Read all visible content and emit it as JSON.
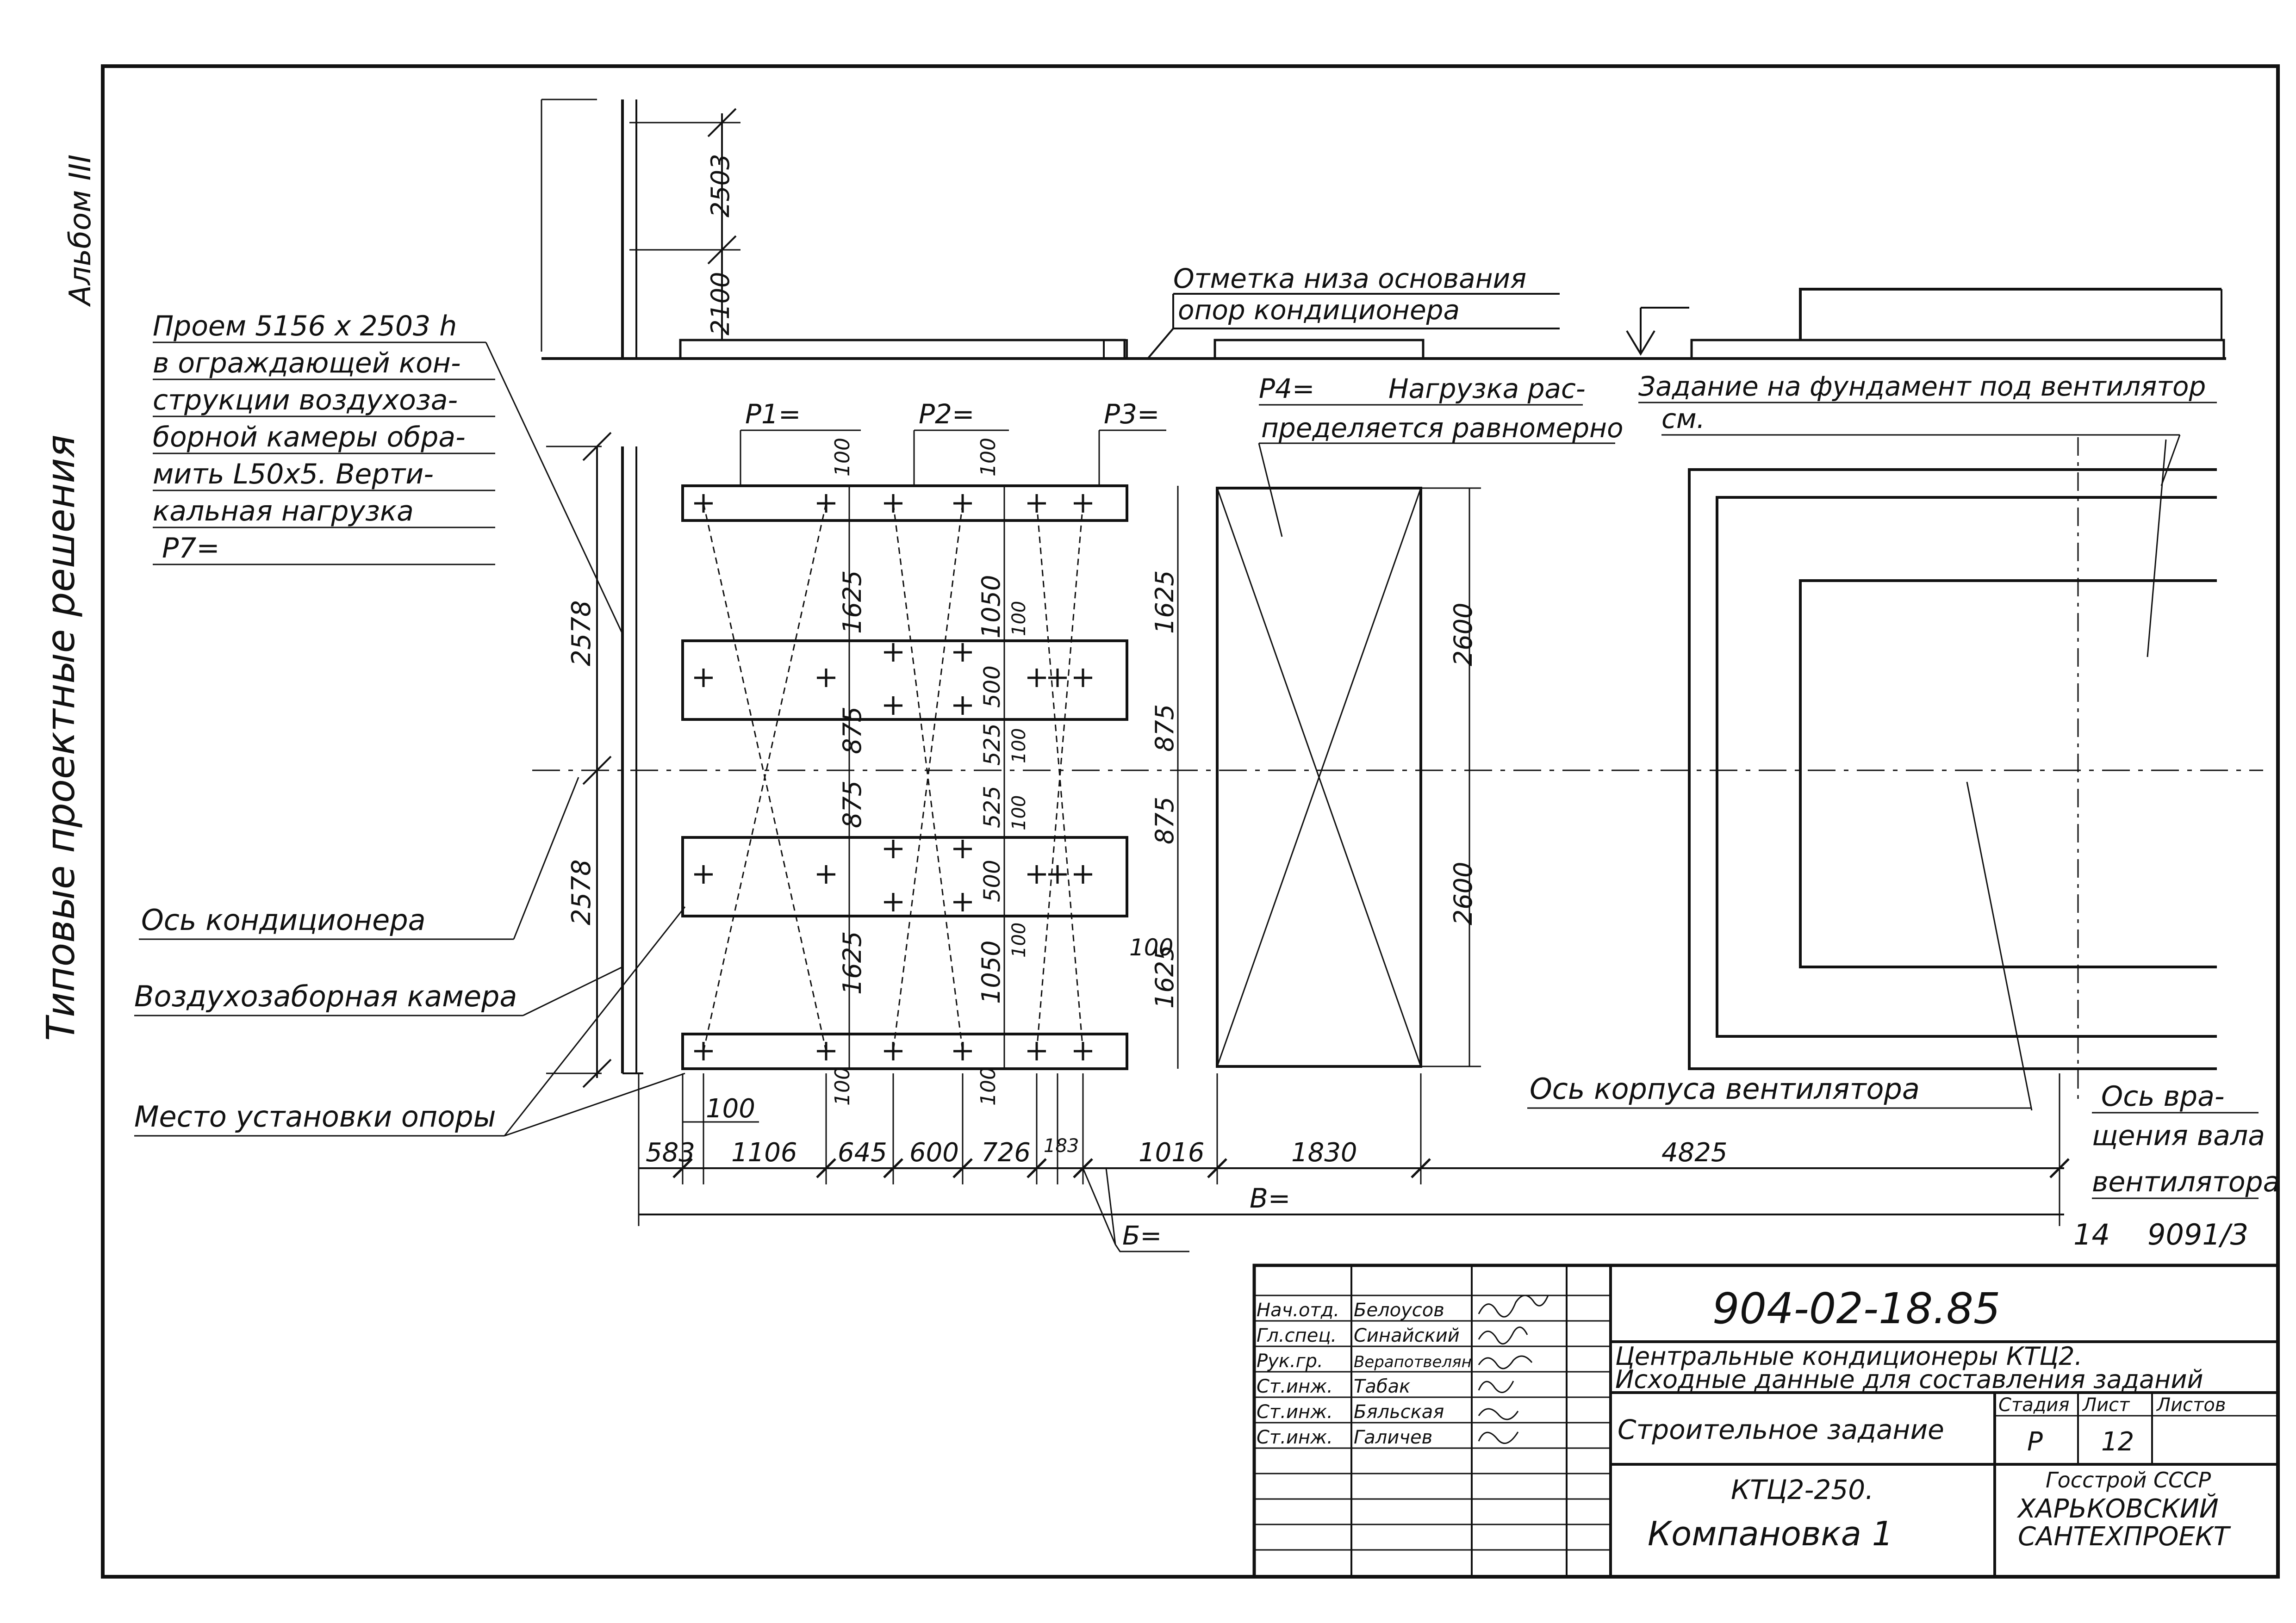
{
  "margin": {
    "album": "Альбом III",
    "series": "Типовые проектные решения"
  },
  "section": {
    "dim_2503": "2503",
    "dim_2100": "2100",
    "mark_note_1": "Отметка низа основания",
    "mark_note_2": "опор кондиционера"
  },
  "opening_note": [
    "Проем 5156 х 2503 h",
    "в ограждающей кон-",
    "струкции воздухоза-",
    "борной камеры обра-",
    "мить L50х5. Верти-",
    "кальная нагрузка",
    "P7="
  ],
  "loads": {
    "p1": "P1=",
    "p2": "P2=",
    "p3": "P3=",
    "p4": "P4=",
    "p4_note_1": "Нагрузка рас-",
    "p4_note_2": "пределяется равномерно"
  },
  "fan_task": {
    "line1": "Задание на фундамент под вентилятор",
    "line2": "см."
  },
  "plan_dims": {
    "d2578_top": "2578",
    "d2578_bot": "2578",
    "d100": "100",
    "d1625": "1625",
    "d875": "875",
    "d1050": "1050",
    "d500": "500",
    "d525": "525",
    "d2600": "2600"
  },
  "labels": {
    "axis_conditioner": "Ось кондиционера",
    "intake_chamber": "Воздухозаборная камера",
    "support_place": "Место установки опоры",
    "fan_axis": "Ось корпуса вентилятора",
    "shaft_axis_1": "Ось вра-",
    "shaft_axis_2": "щения вала",
    "shaft_axis_3": "вентилятора"
  },
  "bottom_dims": [
    "583",
    "1106",
    "645",
    "600",
    "726",
    "183",
    "1016",
    "1830",
    "4825"
  ],
  "bottom_labels": {
    "b": "В=",
    "b6": "Б=",
    "dim_100": "100"
  },
  "stamp": {
    "code": "904-02-18.85",
    "roles": [
      "Нач.отд.",
      "Гл.спец.",
      "Рук.гр.",
      "Ст.инж.",
      "Ст.инж.",
      "Ст.инж."
    ],
    "names": [
      "Белоусов",
      "Синайский",
      "Верапотвелян",
      "Табак",
      "Бяльская",
      "Галичев"
    ],
    "title_1": "Центральные кондиционеры КТЦ2.",
    "title_2": "Исходные данные для составления заданий",
    "sheet_name": "Строительное задание",
    "stage_header": "Стадия",
    "sheet_header": "Лист",
    "sheets_header": "Листов",
    "stage": "Р",
    "sheet": "12",
    "model": "КТЦ2-250.",
    "layout": "Компановка 1",
    "org_1": "Госстрой СССР",
    "org_2": "ХАРЬКОВСКИЙ",
    "org_3": "САНТЕХПРОЕКТ"
  },
  "footer": {
    "page": "14",
    "doc_no": "9091/3"
  }
}
